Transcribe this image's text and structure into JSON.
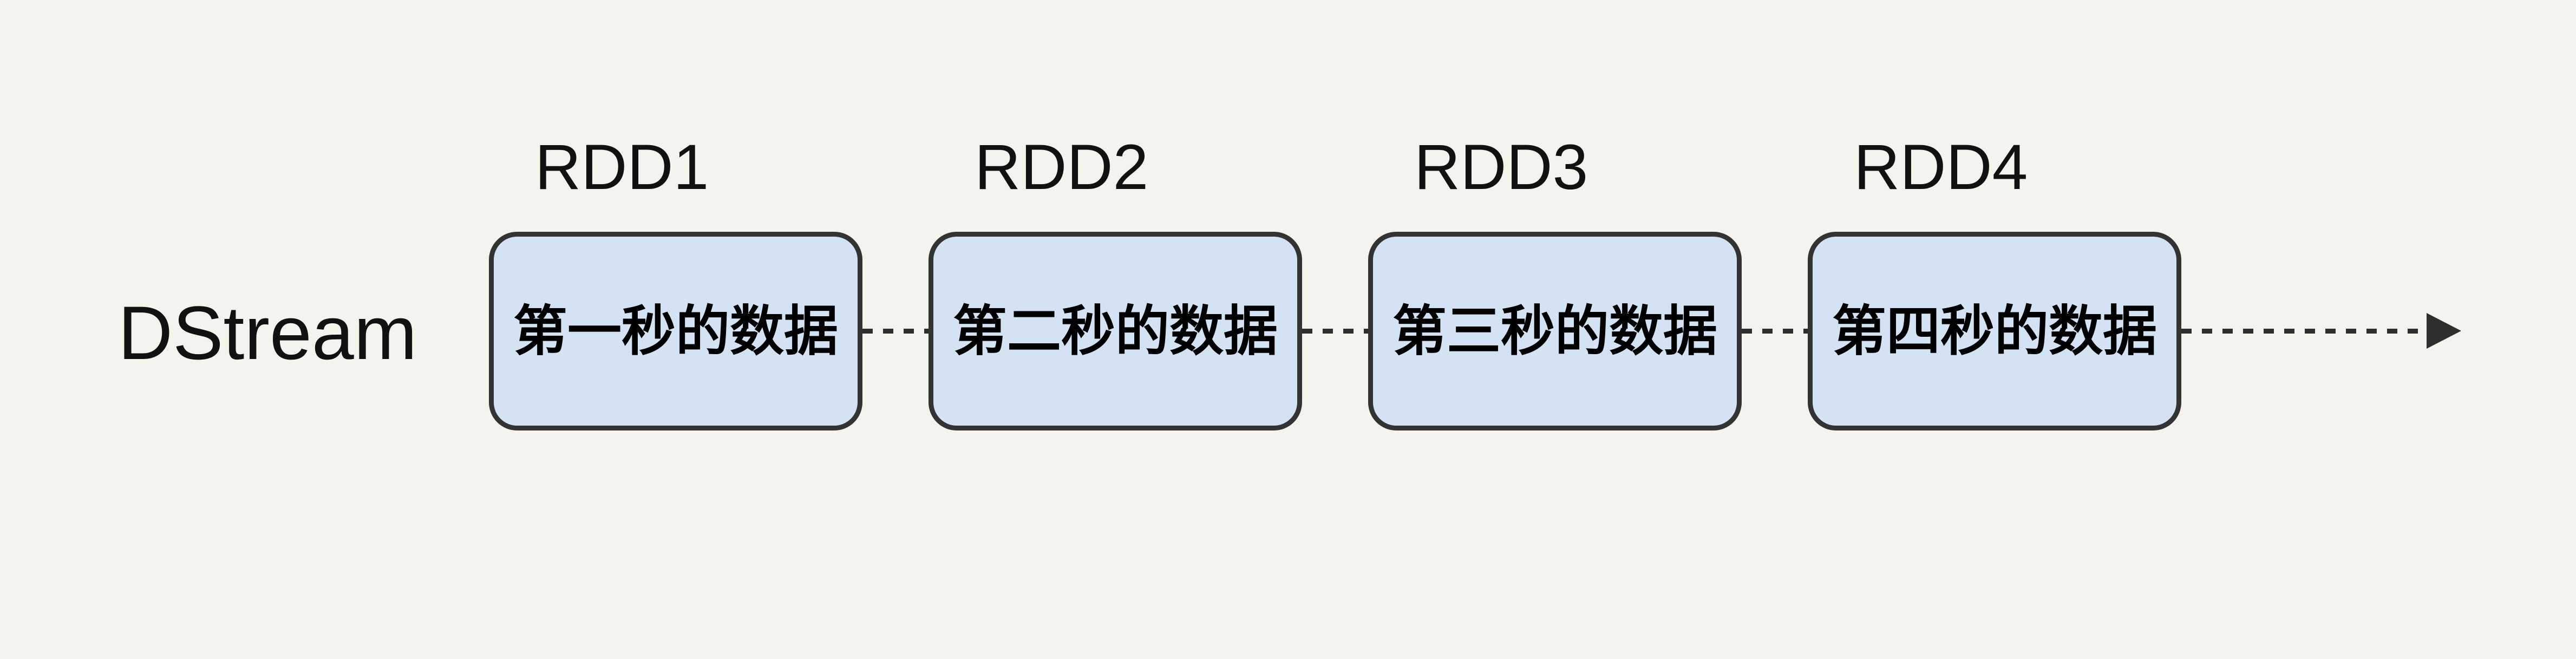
{
  "diagram": {
    "stream_label": "DStream",
    "units": [
      {
        "label": "RDD1",
        "box_text": "第一秒的数据"
      },
      {
        "label": "RDD2",
        "box_text": "第二秒的数据"
      },
      {
        "label": "RDD3",
        "box_text": "第三秒的数据"
      },
      {
        "label": "RDD4",
        "box_text": "第四秒的数据"
      }
    ],
    "flow_arrow": {
      "style": "dashed",
      "direction": "right"
    },
    "colors": {
      "background": "#f4f3ee",
      "box_fill": "#d4e3f4",
      "box_border": "#333333",
      "text": "#111111",
      "connector": "#2e2e2e"
    }
  }
}
